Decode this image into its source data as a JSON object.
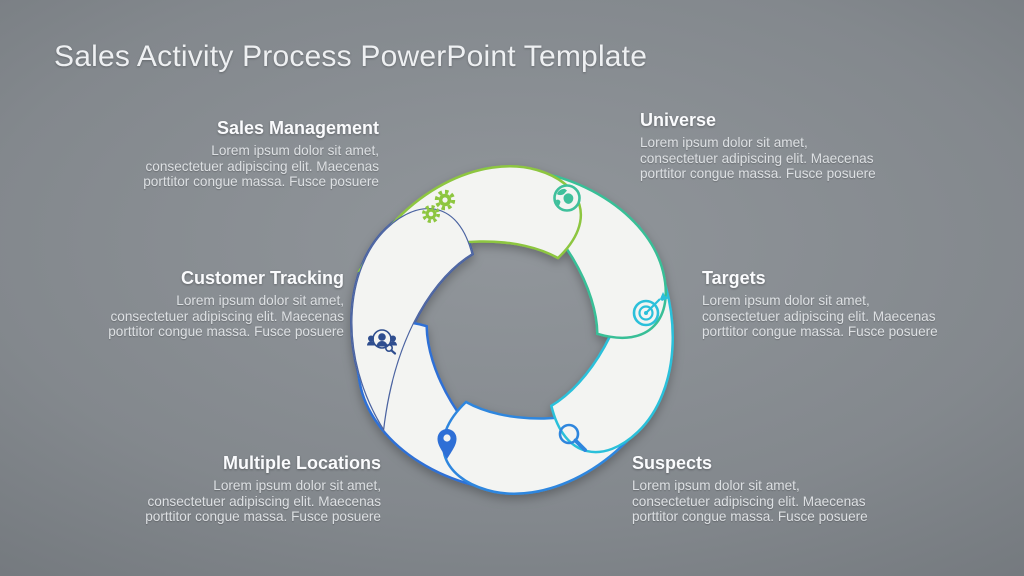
{
  "slide": {
    "title": "Sales Activity Process PowerPoint Template"
  },
  "diagram": {
    "petal_fill": "#f3f4f2",
    "background_center": "#91969b",
    "background_edge": "#595e64"
  },
  "sections": [
    {
      "label": "Sales Management",
      "description": "Lorem ipsum dolor sit amet,\nconsectetuer adipiscing elit. Maecenas\nporttitor congue massa. Fusce posuere",
      "icon": "gears-icon",
      "color": "#8dc63f",
      "icon_color": "#8dc63f",
      "align": "right"
    },
    {
      "label": "Universe",
      "description": "Lorem ipsum dolor sit amet,\nconsectetuer adipiscing elit. Maecenas\nporttitor congue massa. Fusce posuere",
      "icon": "globe-icon",
      "color": "#38bf97",
      "icon_color": "#3fc09c",
      "align": "left"
    },
    {
      "label": "Customer Tracking",
      "description": "Lorem ipsum dolor sit amet,\nconsectetuer adipiscing elit. Maecenas\nporttitor congue massa. Fusce posuere",
      "icon": "people-icon",
      "color": "#4b64a1",
      "icon_color": "#2f4e8f",
      "align": "right"
    },
    {
      "label": "Targets",
      "description": "Lorem ipsum dolor sit amet,\nconsectetuer adipiscing elit. Maecenas\nporttitor congue massa. Fusce posuere",
      "icon": "target-icon",
      "color": "#2bc0da",
      "icon_color": "#2bc0da",
      "align": "left"
    },
    {
      "label": "Multiple Locations",
      "description": "Lorem ipsum dolor sit amet,\nconsectetuer adipiscing elit. Maecenas\nporttitor congue massa. Fusce posuere",
      "icon": "location-pin-icon",
      "color": "#2e6fd6",
      "icon_color": "#2e6fd6",
      "align": "right"
    },
    {
      "label": "Suspects",
      "description": "Lorem ipsum dolor sit amet,\nconsectetuer adipiscing elit. Maecenas\nporttitor congue massa. Fusce posuere",
      "icon": "search-icon",
      "color": "#2e86de",
      "icon_color": "#2e86de",
      "align": "left"
    }
  ]
}
